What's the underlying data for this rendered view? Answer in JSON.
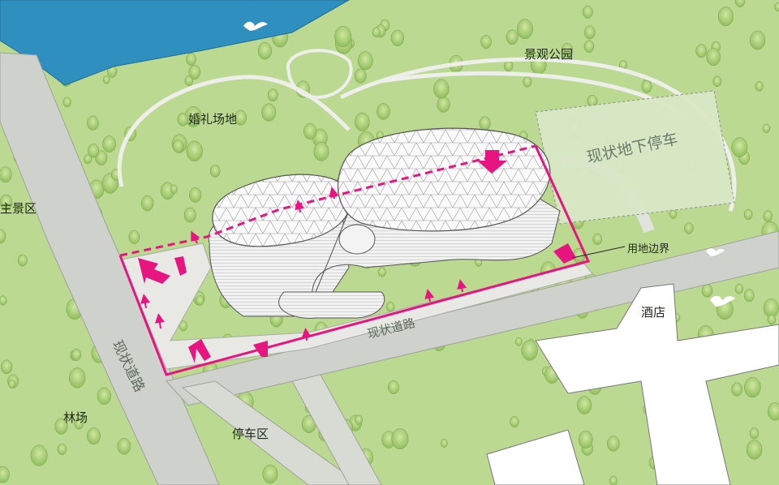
{
  "map": {
    "labels": {
      "landscape_park": "景观公园",
      "wedding_venue": "婚礼场地",
      "main_scenic_area": "主景区",
      "existing_underground_parking": "现状地下停车",
      "site_boundary": "用地边界",
      "hotel": "酒店",
      "existing_road_diagonal": "现状道路",
      "existing_road_south": "现状道路",
      "forest_farm": "林场",
      "parking_area": "停车区"
    },
    "colors": {
      "vegetation": "#b9d88e",
      "road": "#cfd1cc",
      "water": "#2f8fbf",
      "boundary": "#e6157f",
      "building_white": "#ffffff",
      "parking_box": "#d9e8c7"
    },
    "icons": [
      "bird-icon",
      "tree-icon",
      "arrow-icon"
    ]
  }
}
